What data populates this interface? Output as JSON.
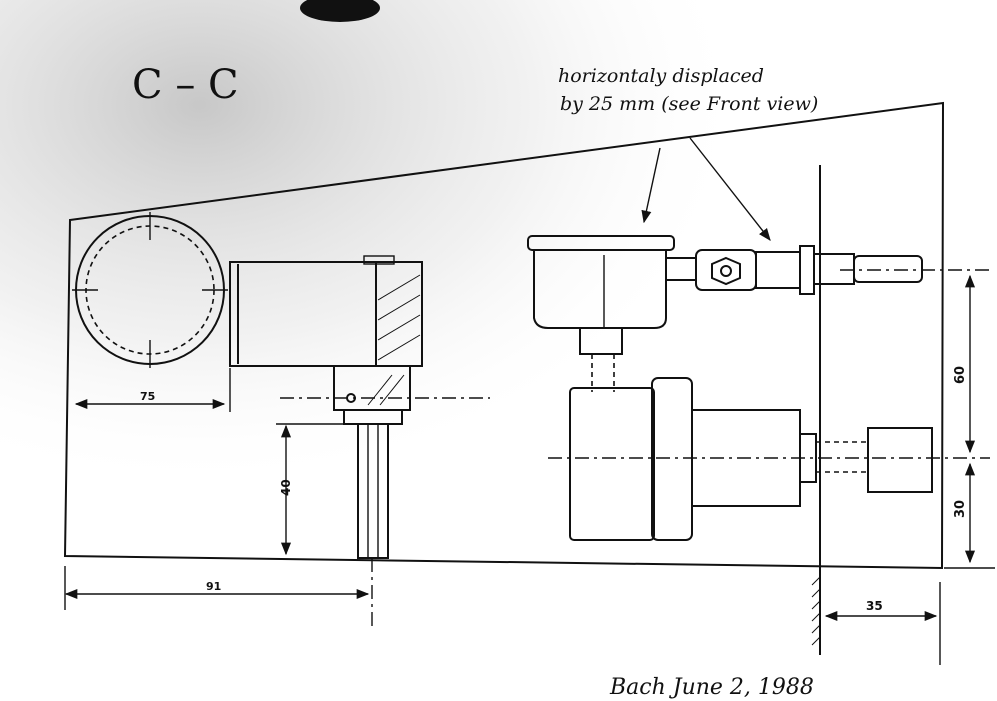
{
  "section_label": "C – C",
  "note": {
    "line1": "horizontaly displaced",
    "line2": "by 25 mm (see Front view)"
  },
  "dimensions": {
    "circle_width": "75",
    "shaft_height": "40",
    "shaft_offset": "91",
    "upper_height": "60",
    "lower_height": "30",
    "wall_offset": "35"
  },
  "signature": "Bach June 2, 1988"
}
